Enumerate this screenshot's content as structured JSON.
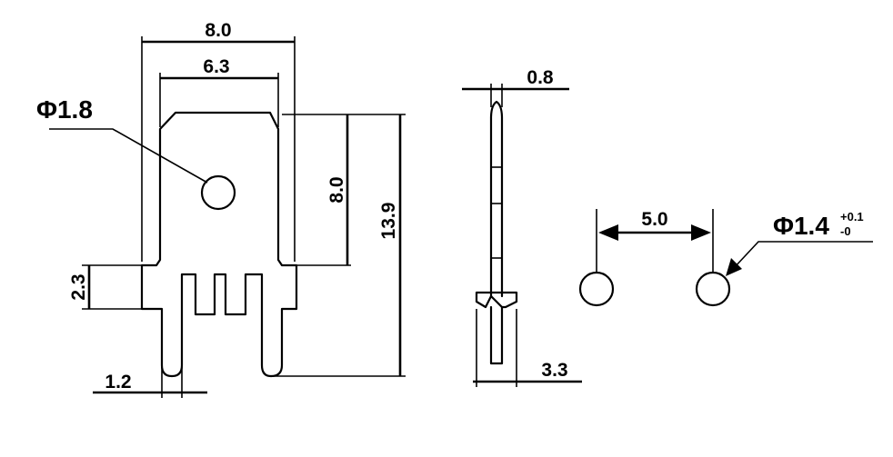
{
  "dimensions": {
    "overall_width": "8.0",
    "inner_width": "6.3",
    "hole_diameter": "Φ1.8",
    "upper_height": "8.0",
    "total_height": "13.9",
    "shoulder_height": "2.3",
    "pin_width": "1.2",
    "thickness": "0.8",
    "side_width": "3.3",
    "pitch": "5.0",
    "pcb_hole_diameter": "Φ1.4",
    "pcb_hole_tol_upper": "+0.1",
    "pcb_hole_tol_lower": "-0"
  }
}
